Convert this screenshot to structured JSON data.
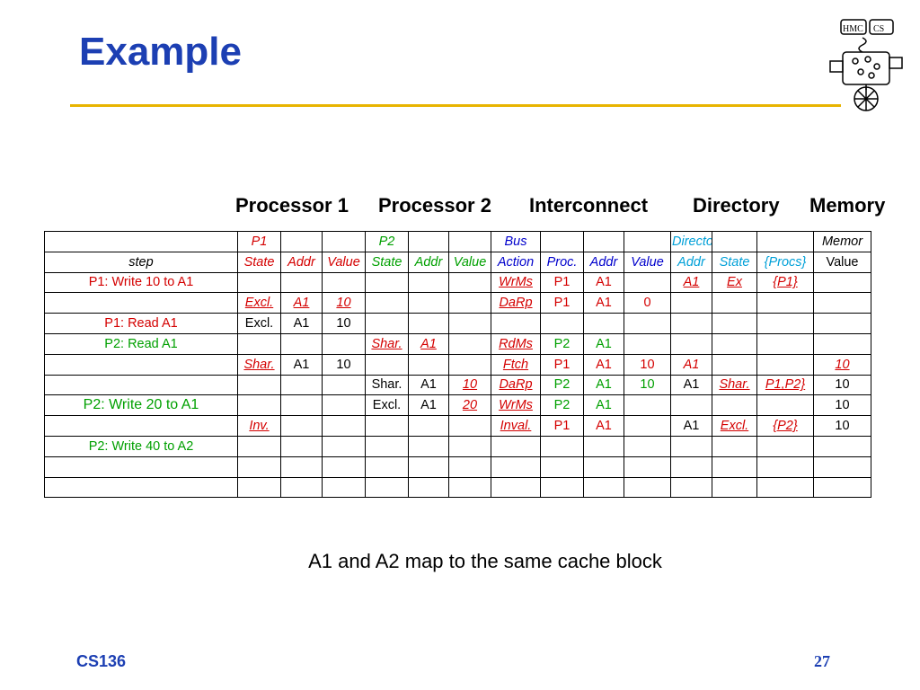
{
  "slide": {
    "title": "Example",
    "caption": "A1 and A2 map to the same cache block"
  },
  "footer": {
    "course": "CS136",
    "page": "27"
  },
  "logo": {
    "text_left": "HMC",
    "text_right": "CS"
  },
  "groups": [
    "Processor 1",
    "Processor 2",
    "Interconnect",
    "Directory",
    "Memory"
  ],
  "colors": {
    "title": "#1c3fb3",
    "rule": "#e8b400",
    "green": "#00a000",
    "red": "#d40000",
    "blue": "#0000cc",
    "cyan": "#00a0d8"
  },
  "table": {
    "header1": [
      "",
      "P1",
      "",
      "",
      "P2",
      "",
      "",
      "Bus",
      "",
      "",
      "",
      "Directory",
      "",
      "",
      "Memor"
    ],
    "header2": [
      "step",
      "State",
      "Addr",
      "Value",
      "State",
      "Addr",
      "Value",
      "Action",
      "Proc.",
      "Addr",
      "Value",
      "Addr",
      "State",
      "{Procs}",
      "Value"
    ],
    "rows": [
      [
        "P1: Write 10 to A1",
        "",
        "",
        "",
        "",
        "",
        "",
        "WrMs",
        "P1",
        "A1",
        "",
        "A1",
        "Ex",
        "{P1}",
        ""
      ],
      [
        "",
        "Excl.",
        "A1",
        "10",
        "",
        "",
        "",
        "DaRp",
        "P1",
        "A1",
        "0",
        "",
        "",
        "",
        ""
      ],
      [
        "P1: Read A1",
        "Excl.",
        "A1",
        "10",
        "",
        "",
        "",
        "",
        "",
        "",
        "",
        "",
        "",
        "",
        ""
      ],
      [
        "P2: Read A1",
        "",
        "",
        "",
        "Shar.",
        "A1",
        "",
        "RdMs",
        "P2",
        "A1",
        "",
        "",
        "",
        "",
        ""
      ],
      [
        "",
        "Shar.",
        "A1",
        "10",
        "",
        "",
        "",
        "Ftch",
        "P1",
        "A1",
        "10",
        "A1",
        "",
        "",
        "10"
      ],
      [
        "",
        "",
        "",
        "",
        "Shar.",
        "A1",
        "10",
        "DaRp",
        "P2",
        "A1",
        "10",
        "A1",
        "Shar.",
        "P1,P2}",
        "10"
      ],
      [
        "P2: Write 20 to A1",
        "",
        "",
        "",
        "Excl.",
        "A1",
        "20",
        "WrMs",
        "P2",
        "A1",
        "",
        "",
        "",
        "",
        "10"
      ],
      [
        "",
        "Inv.",
        "",
        "",
        "",
        "",
        "",
        "Inval.",
        "P1",
        "A1",
        "",
        "A1",
        "Excl.",
        "{P2}",
        "10"
      ],
      [
        "P2: Write 40 to A2",
        "",
        "",
        "",
        "",
        "",
        "",
        "",
        "",
        "",
        "",
        "",
        "",
        "",
        ""
      ],
      [
        "",
        "",
        "",
        "",
        "",
        "",
        "",
        "",
        "",
        "",
        "",
        "",
        "",
        "",
        ""
      ],
      [
        "",
        "",
        "",
        "",
        "",
        "",
        "",
        "",
        "",
        "",
        "",
        "",
        "",
        "",
        ""
      ]
    ]
  }
}
